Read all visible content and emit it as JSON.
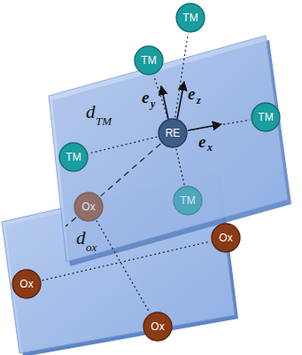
{
  "diagram": {
    "nodes": [
      {
        "text": [
          "TM"
        ]
      },
      {
        "text": [
          "TM"
        ]
      },
      {
        "text": [
          "TM"
        ]
      },
      {
        "text": [
          "RE"
        ]
      },
      {
        "text": [
          "TM"
        ]
      },
      {
        "text": [
          "TM"
        ]
      },
      {
        "text": [
          "Ox"
        ]
      },
      {
        "text": [
          "Ox"
        ]
      },
      {
        "text": [
          "Ox"
        ]
      },
      {
        "text": [
          "Ox"
        ]
      }
    ],
    "edges": [
      {
        "from": 3,
        "to": 0,
        "arrow": "none"
      },
      {
        "from": 3,
        "to": 1,
        "arrow": "none"
      },
      {
        "from": 3,
        "to": 2,
        "arrow": "none"
      },
      {
        "from": 3,
        "to": 4,
        "arrow": "none"
      },
      {
        "from": 3,
        "to": 5,
        "arrow": "none"
      },
      {
        "from": 3,
        "to": 6,
        "arrow": "none"
      },
      {
        "from": 8,
        "to": 7,
        "arrow": "none"
      },
      {
        "from": 6,
        "to": 9,
        "arrow": "none"
      }
    ],
    "labels": [
      "d",
      "TM",
      "d",
      "ox",
      "e",
      "y",
      "e",
      "z",
      "e",
      "x"
    ]
  }
}
